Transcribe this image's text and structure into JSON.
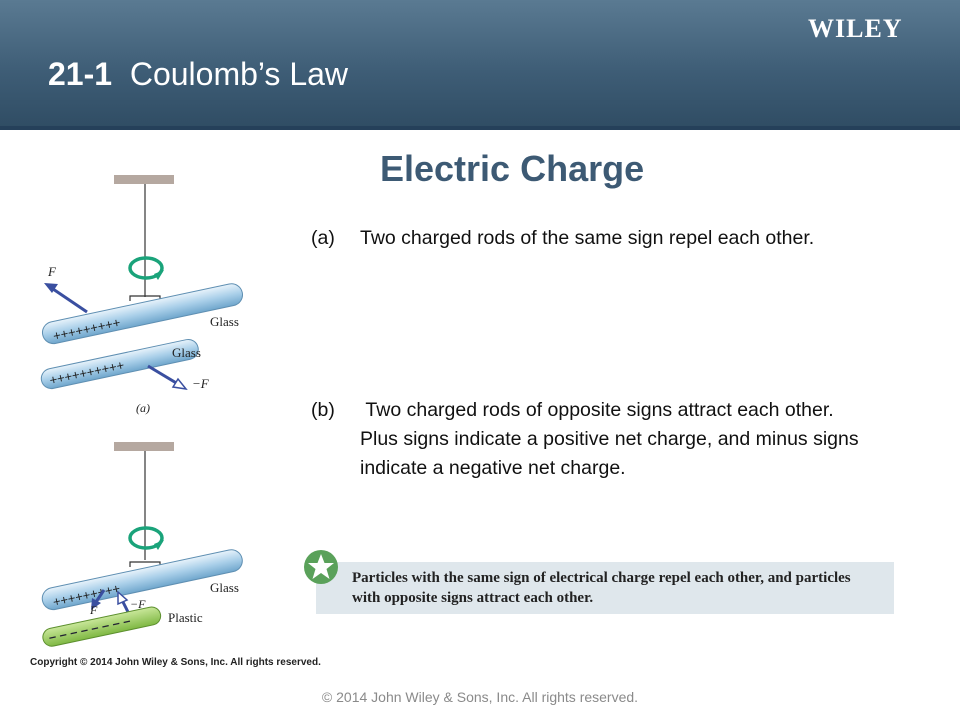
{
  "header": {
    "brand": "WILEY",
    "section_number": "21-1",
    "section_title": "Coulomb’s Law"
  },
  "subtitle": "Electric Charge",
  "items": [
    {
      "label": "(a)",
      "text": "Two charged rods of the same sign repel each other."
    },
    {
      "label": "(b)",
      "text": " Two charged rods of opposite signs attract each other. Plus signs indicate a positive net charge, and minus signs indicate a negative net charge."
    }
  ],
  "callout": {
    "icon": "star-icon",
    "text": "Particles with the same sign of electrical charge repel each other, and particles with opposite signs attract each other."
  },
  "figure": {
    "panel_a": {
      "caption": "(a)",
      "rod1_label": "Glass",
      "rod2_label": "Glass",
      "force1": "F",
      "force2": "−F"
    },
    "panel_b": {
      "rod1_label": "Glass",
      "rod2_label": "Plastic",
      "force1": "F",
      "force2": "−F"
    },
    "copyright": "Copyright © 2014 John Wiley & Sons, Inc. All rights reserved."
  },
  "footer": "© 2014 John Wiley & Sons, Inc. All rights reserved.",
  "colors": {
    "header_top": "#5a7a92",
    "header_bottom": "#2f4c63",
    "subtitle": "#3d5a74",
    "callout_bg": "#dfe7ec",
    "rotation_arrow": "#1aa37a",
    "force_arrow": "#3a4fa0",
    "star_badge": "#5aa15a"
  }
}
